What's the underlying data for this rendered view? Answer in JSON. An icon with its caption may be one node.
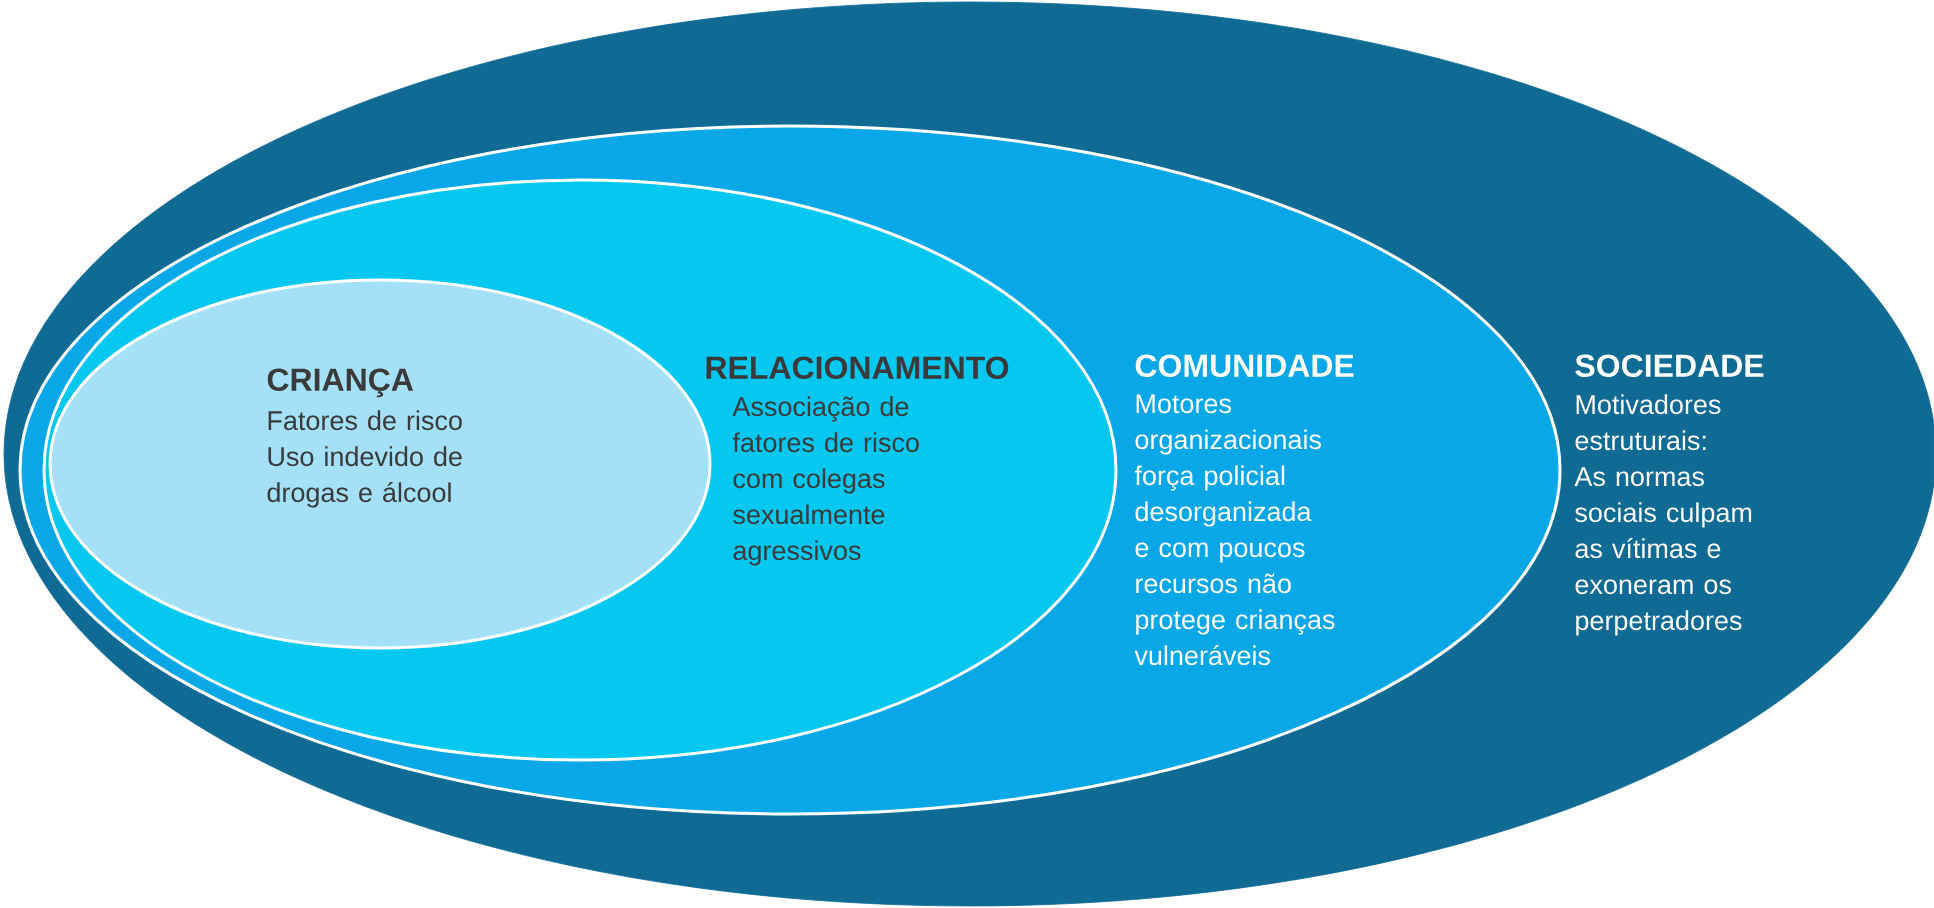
{
  "diagram": {
    "nodes": [
      {
        "text": [
          "SOCIEDADE",
          "Motivadores estruturais: As normas sociais culpam as vítimas e exoneram os perpetradores"
        ]
      },
      {
        "text": [
          "COMUNIDADE",
          "Motores organizacionais força policial desorganizada e com poucos recursos não protege crianças vulneráveis"
        ],
        "in": 0
      },
      {
        "text": [
          "RELACIONAMENTO",
          "Associação de fatores de risco com colegas sexualmente agressivos"
        ],
        "in": 1
      },
      {
        "text": [
          "CRIANÇA",
          "Fatores de risco Uso indevido de drogas e álcool"
        ],
        "in": 2
      }
    ]
  }
}
